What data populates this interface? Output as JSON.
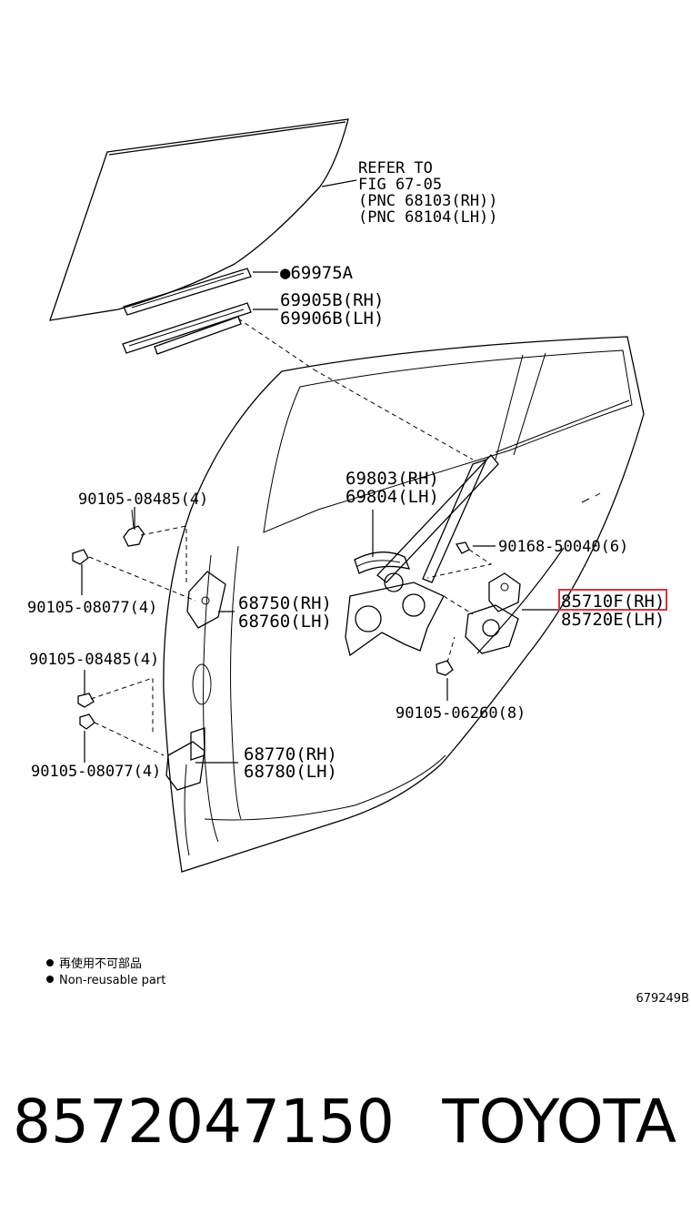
{
  "diagram": {
    "refer": [
      "REFER TO",
      "FIG 67-05",
      "(PNC 68103(RH))",
      "(PNC 68104(LH))"
    ],
    "labels": {
      "seal": "●69975A",
      "run_rh": "69905B(RH)",
      "run_lh": "69906B(LH)",
      "reg_rh": "69803(RH)",
      "reg_lh": "69804(LH)",
      "bolt_a": "90105-08485(4)",
      "bolt_b": "90105-08077(4)",
      "hinge_up_rh": "68750(RH)",
      "hinge_up_lh": "68760(LH)",
      "bolt_c": "90105-08485(4)",
      "bolt_d": "90105-08077(4)",
      "hinge_lo_rh": "68770(RH)",
      "hinge_lo_lh": "68780(LH)",
      "screw": "90168-50040(6)",
      "motor_rh": "85710F(RH)",
      "motor_lh": "85720E(LH)",
      "bolt_e": "90105-06260(8)"
    },
    "legend": {
      "jp": "再使用不可部品",
      "en": "Non-reusable part"
    },
    "figure_id": "679249B"
  },
  "footer": {
    "part_number": "8572047150",
    "brand": "TOYOTA"
  },
  "colors": {
    "highlight": "#e0303a",
    "line": "#000000"
  }
}
